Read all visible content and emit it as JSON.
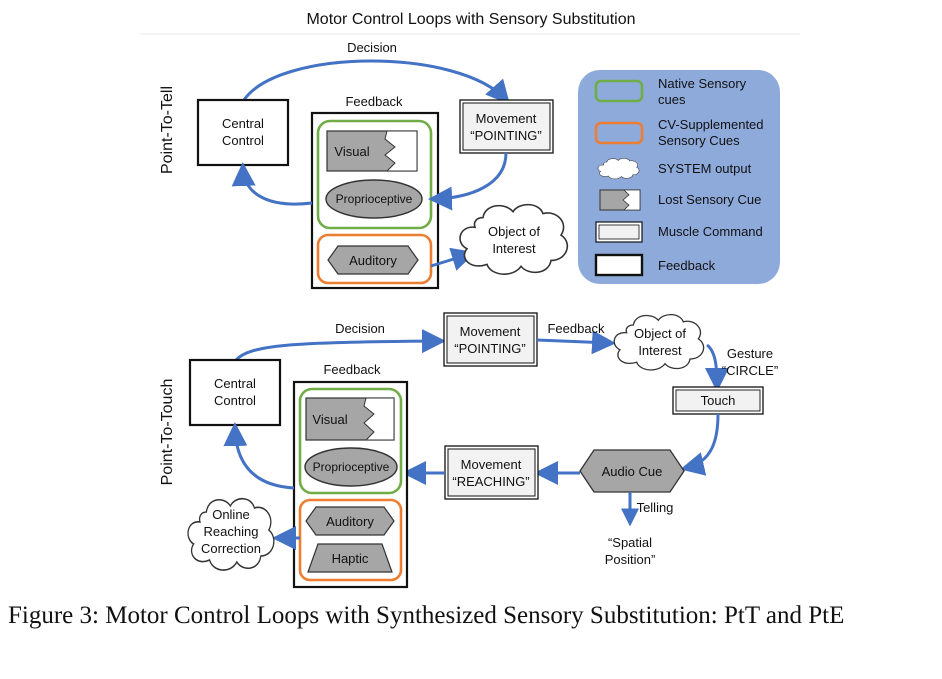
{
  "title": "Motor Control Loops with Sensory Substitution",
  "colors": {
    "arrow": "#4472c4",
    "native": "#70ad47",
    "cv": "#ed7d31",
    "legend_bg": "#8eaadb",
    "gray": "#a6a6a6",
    "inner_box": "#f2f2f2"
  },
  "sections": {
    "ptt_label": "Point-To-Tell",
    "ptouch_label": "Point-To-Touch"
  },
  "ptt": {
    "decision": "Decision",
    "central_control": [
      "Central",
      "Control"
    ],
    "feedback": "Feedback",
    "visual": "Visual",
    "proprioceptive": "Proprioceptive",
    "auditory": "Auditory",
    "movement": [
      "Movement",
      "“POINTING”"
    ],
    "object": [
      "Object of",
      "Interest"
    ]
  },
  "legend": {
    "native": [
      "Native Sensory",
      "cues"
    ],
    "cv": [
      "CV-Supplemented",
      "Sensory Cues"
    ],
    "system": "SYSTEM output",
    "lost": "Lost Sensory Cue",
    "muscle": "Muscle Command",
    "feedback": "Feedback"
  },
  "ptouch": {
    "decision": "Decision",
    "movement_pointing": [
      "Movement",
      "“POINTING”"
    ],
    "feedback_top": "Feedback",
    "object": [
      "Object of",
      "Interest"
    ],
    "gesture": [
      "Gesture",
      "“CIRCLE”"
    ],
    "touch": "Touch",
    "central_control": [
      "Central",
      "Control"
    ],
    "feedback": "Feedback",
    "visual": "Visual",
    "proprioceptive": "Proprioceptive",
    "auditory": "Auditory",
    "haptic": "Haptic",
    "movement_reaching": [
      "Movement",
      "“REACHING”"
    ],
    "audio_cue": "Audio Cue",
    "telling": "Telling",
    "spatial": [
      "“Spatial",
      "Position”"
    ],
    "online": [
      "Online",
      "Reaching",
      "Correction"
    ]
  },
  "caption": "Figure 3: Motor Control Loops with Synthesized Sensory Substitution: PtT and PtE"
}
